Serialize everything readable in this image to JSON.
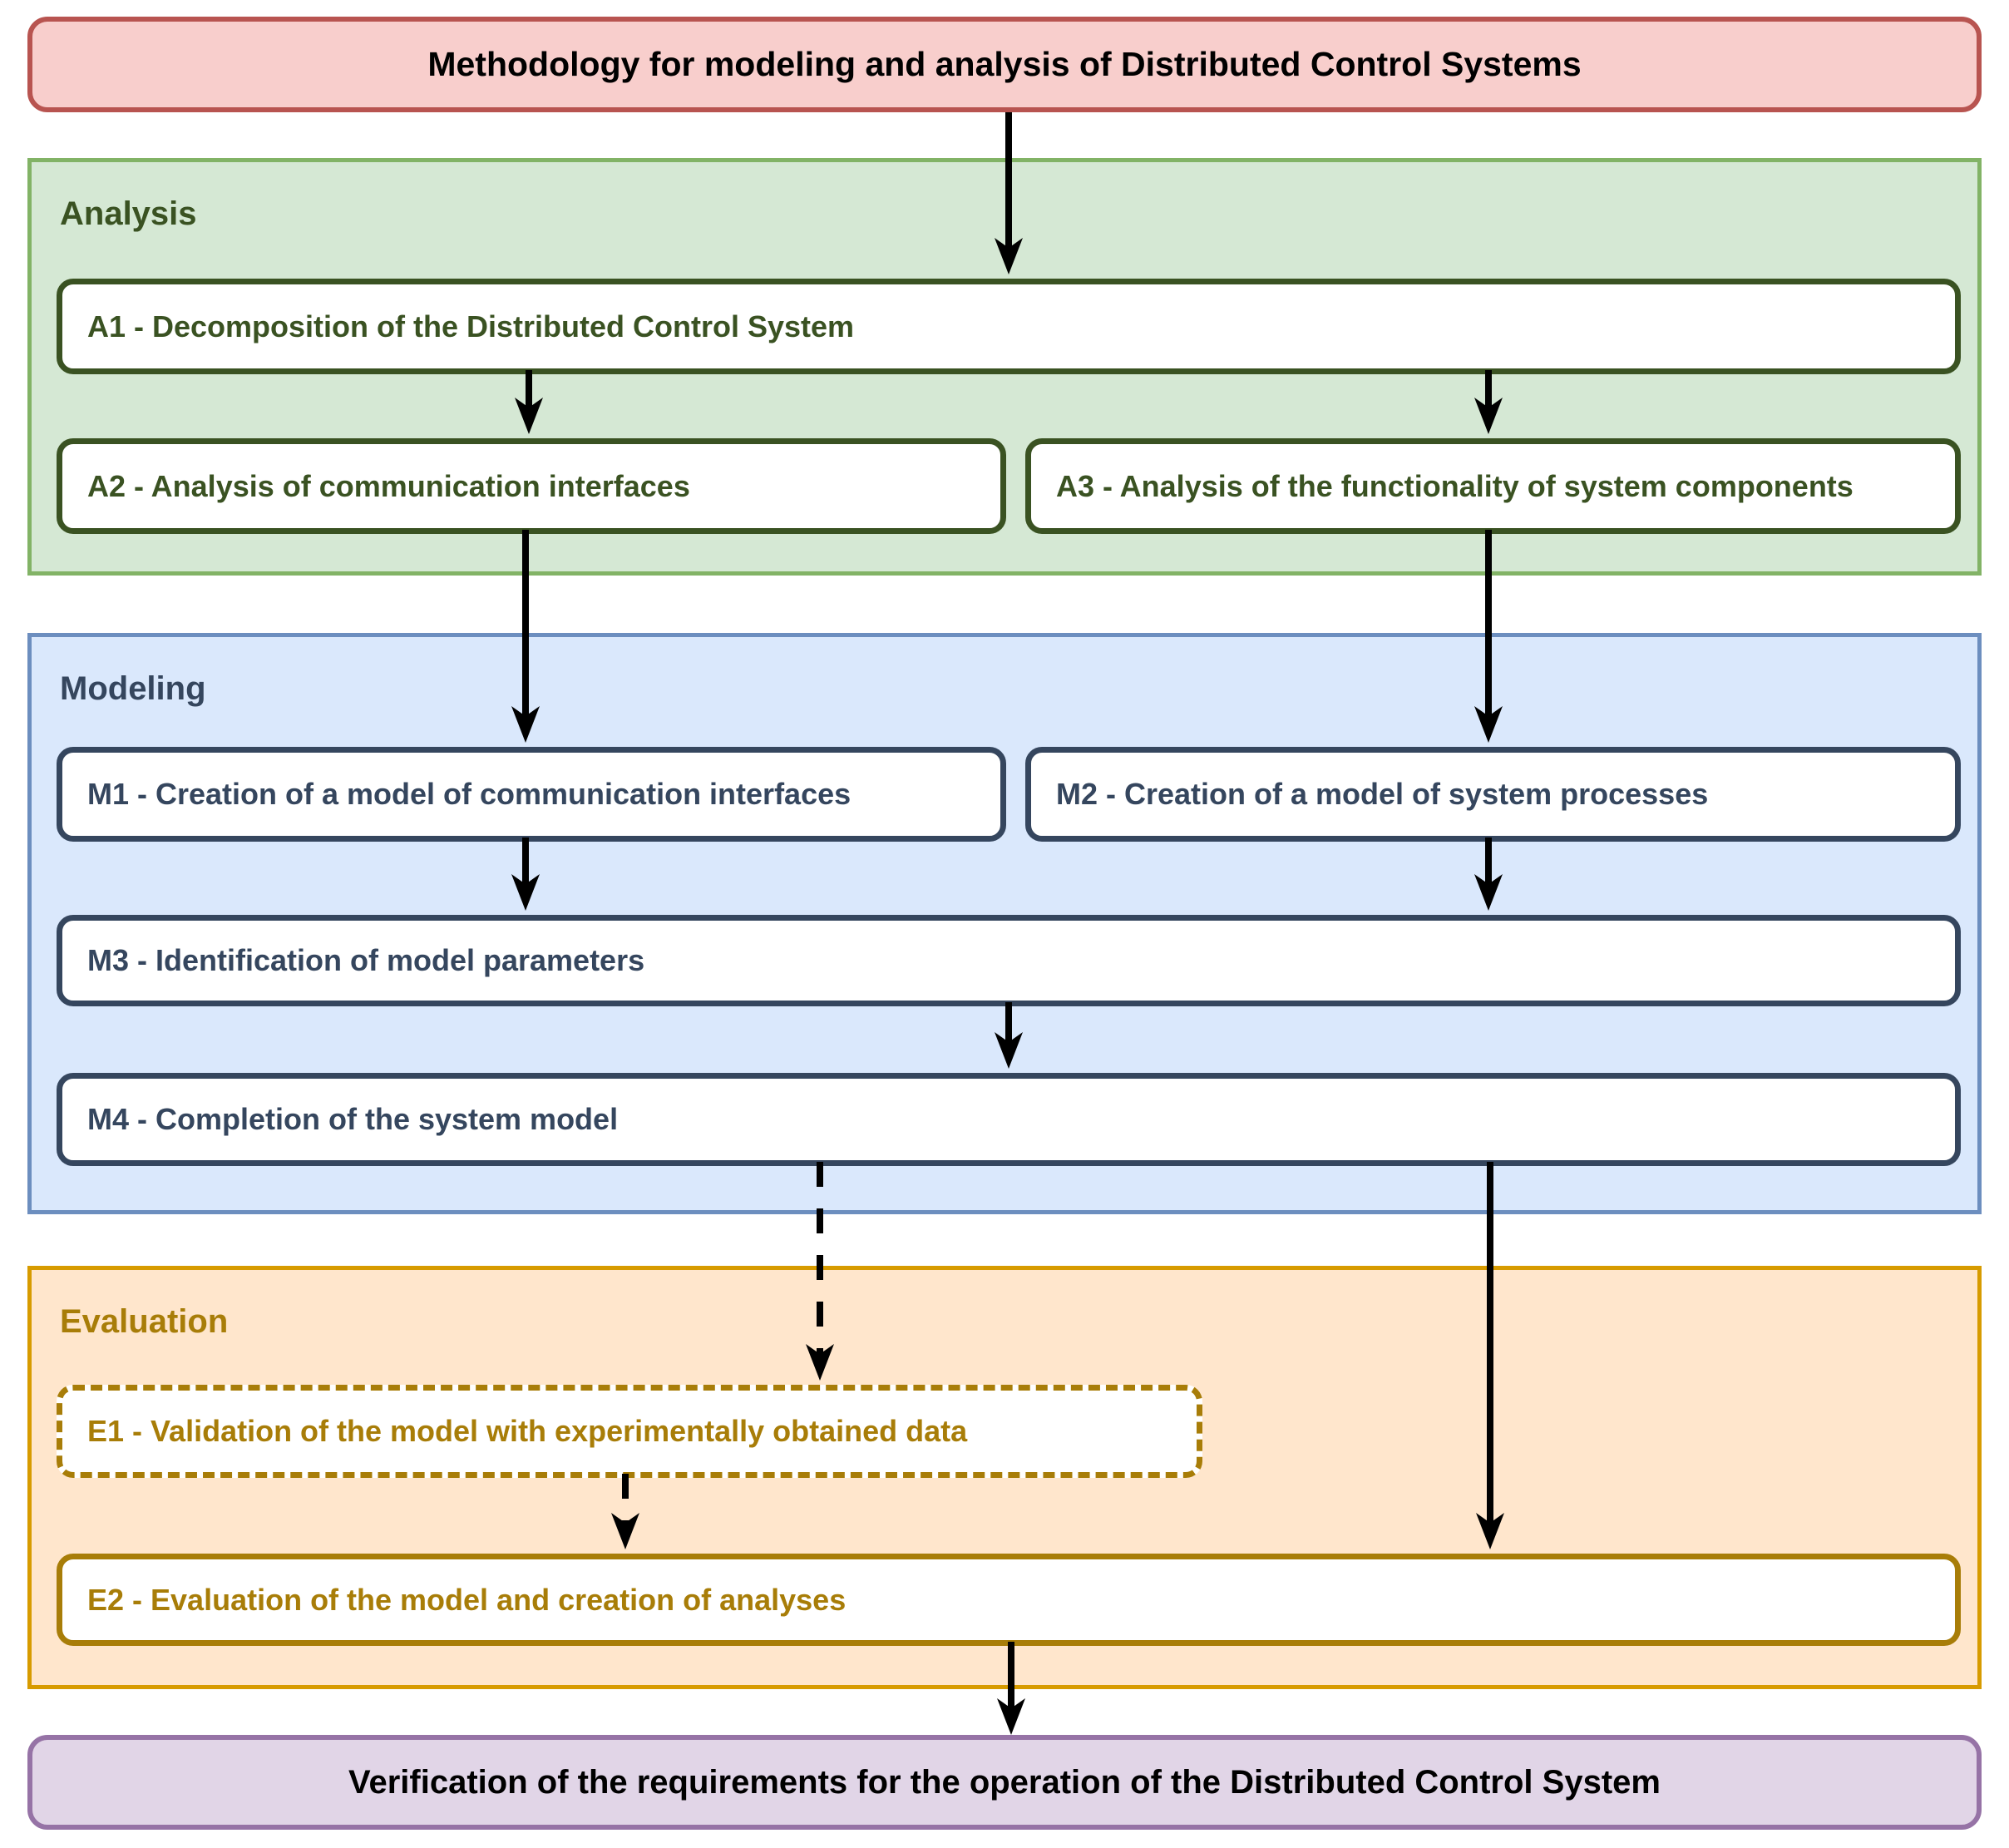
{
  "colors": {
    "page-bg": "#ffffff",
    "title-fill": "#F8CECC",
    "title-stroke": "#B85450",
    "title-text": "#000000",
    "analysis-fill": "#D5E8D4",
    "analysis-stroke": "#82B366",
    "analysis-dark": "#3A5222",
    "modeling-fill": "#DAE8FC",
    "modeling-stroke": "#6C8EBF",
    "modeling-dark": "#35465E",
    "evaluation-fill": "#FFE6CC",
    "evaluation-stroke": "#D79B00",
    "evaluation-dark": "#A87D08",
    "footer-fill": "#E1D5E7",
    "footer-stroke": "#9673A6",
    "box-fill": "#FFFFFF",
    "arrow": "#000000"
  },
  "title": "Methodology for modeling and analysis of Distributed Control Systems",
  "sections": [
    {
      "id": "analysis",
      "label": "Analysis",
      "boxes": [
        {
          "id": "A1",
          "label": "A1 - Decomposition of the Distributed Control System"
        },
        {
          "id": "A2",
          "label": "A2 - Analysis of communication interfaces"
        },
        {
          "id": "A3",
          "label": "A3 - Analysis of the functionality of system components"
        }
      ]
    },
    {
      "id": "modeling",
      "label": "Modeling",
      "boxes": [
        {
          "id": "M1",
          "label": "M1 - Creation of a model of communication interfaces"
        },
        {
          "id": "M2",
          "label": "M2 - Creation of a model of system processes"
        },
        {
          "id": "M3",
          "label": "M3 - Identification of model parameters"
        },
        {
          "id": "M4",
          "label": "M4 - Completion of the system model"
        }
      ]
    },
    {
      "id": "evaluation",
      "label": "Evaluation",
      "boxes": [
        {
          "id": "E1",
          "label": "E1 - Validation of the model with experimentally obtained data",
          "border": "dashed"
        },
        {
          "id": "E2",
          "label": "E2 - Evaluation of the model and creation of analyses"
        }
      ]
    }
  ],
  "footer": "Verification of the requirements for the operation of the Distributed Control System"
}
